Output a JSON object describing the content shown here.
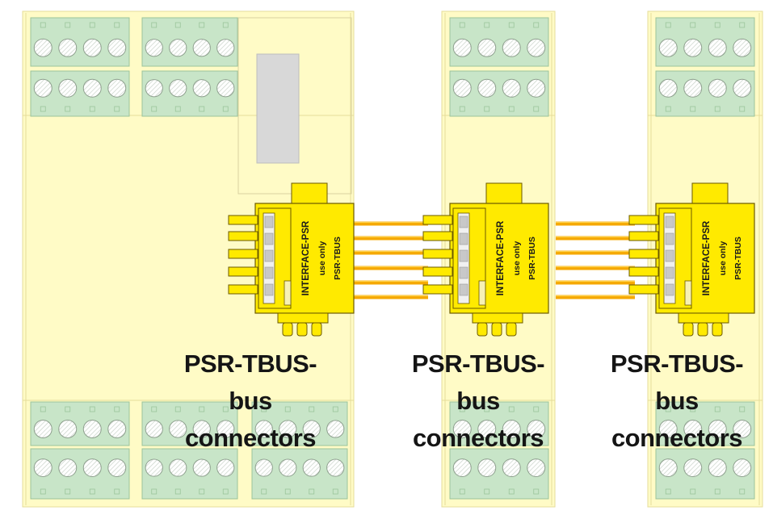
{
  "colors": {
    "module_body": "#fffbc6",
    "module_stroke": "#e6dd9a",
    "terminal_block": "#c8e5c8",
    "terminal_stroke": "#9bc49b",
    "screw_fill": "#ffffff",
    "screw_stroke": "#8fa08f",
    "connector_fill": "#ffea00",
    "connector_stroke": "#6b5a00",
    "wire": "#f5a800",
    "contact": "#c8c8c8",
    "window": "#d8d8d8",
    "caption": "#151515"
  },
  "modules": [
    {
      "id": "module-1",
      "connector_label": [
        "INTERFACE-PSR",
        "use only",
        "PSR-TBUS"
      ],
      "caption": [
        "PSR-TBUS-",
        "bus",
        "connectors"
      ]
    },
    {
      "id": "module-2",
      "connector_label": [
        "INTERFACE-PSR",
        "use only",
        "PSR-TBUS"
      ],
      "caption": [
        "PSR-TBUS-",
        "bus",
        "connectors"
      ]
    },
    {
      "id": "module-3",
      "connector_label": [
        "INTERFACE-PSR",
        "use only",
        "PSR-TBUS"
      ],
      "caption": [
        "PSR-TBUS-",
        "bus",
        "connectors"
      ]
    }
  ],
  "icons": {
    "screw_terminal": "screw-terminal-icon",
    "bus_connector": "bus-connector-icon"
  }
}
